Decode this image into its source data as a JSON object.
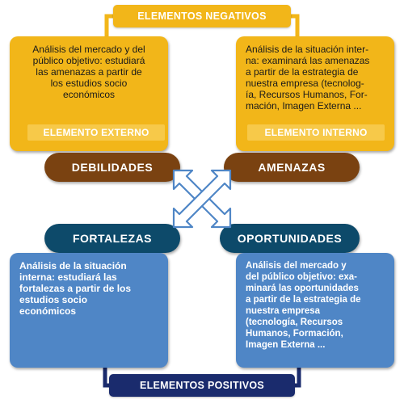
{
  "headers": {
    "negative": "ELEMENTOS NEGATIVOS",
    "positive": "ELEMENTOS POSITIVOS"
  },
  "quadrants": {
    "top_left": {
      "text": "Análisis del mercado y del\npúblico objetivo: estudiará\nlas amenazas a partir de\nlos estudios socio\neconómicos",
      "label": "ELEMENTO EXTERNO"
    },
    "top_right": {
      "text": "Análisis de la situación inter-\nna: examinará las amenazas\na partir de la estrategia de\nnuestra empresa (tecnolog-\nía, Recursos Humanos, For-\nmación, Imagen Externa ...",
      "label": "ELEMENTO INTERNO"
    },
    "bottom_left": {
      "text": "Análisis de la situación\ninterna: estudiará las\nfortalezas a partir de los\nestudios socio\neconómicos"
    },
    "bottom_right": {
      "text": "Análisis del mercado y\ndel público objetivo: exa-\nminará las oportunidades\na partir de la estrategia de\nnuestra empresa\n(tecnología, Recursos\nHumanos, Formación,\nImagen Externa ..."
    }
  },
  "pills": {
    "debilidades": "DEBILIDADES",
    "amenazas": "AMENAZAS",
    "fortalezas": "FORTALEZAS",
    "oportunidades": "OPORTUNIDADES"
  },
  "colors": {
    "yellow": "#f2b619",
    "yellow_light": "#f7c949",
    "brown": "#7a4211",
    "teal": "#0d4a6a",
    "blue": "#4f86c6",
    "navy": "#1a2b6d",
    "arrow_fill": "#ffffff",
    "arrow_stroke": "#4f86c6"
  },
  "icons": {
    "center": "four-way-diagonal-arrow-icon"
  }
}
